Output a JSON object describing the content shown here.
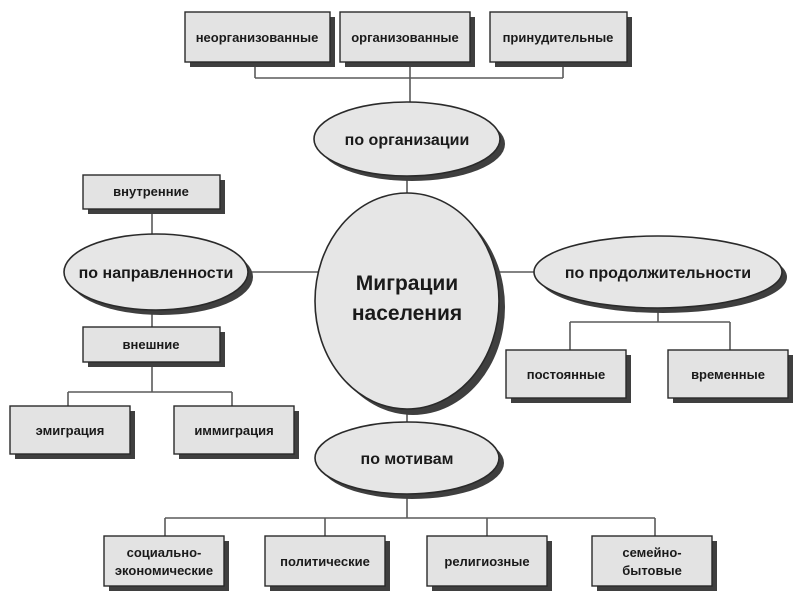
{
  "center": {
    "line1": "Миграции",
    "line2": "населения"
  },
  "organization": {
    "label": "по организации",
    "items": [
      "неорганизованные",
      "организованные",
      "принудительные"
    ]
  },
  "direction": {
    "label": "по направленности",
    "internal": "внутренние",
    "external": "внешние",
    "external_items": [
      "эмиграция",
      "иммиграция"
    ]
  },
  "duration": {
    "label": "по продолжительности",
    "items": [
      "постоянные",
      "временные"
    ]
  },
  "motives": {
    "label": "по мотивам",
    "items": [
      {
        "line1": "социально-",
        "line2": "экономические"
      },
      {
        "line1": "политические"
      },
      {
        "line1": "религиозные"
      },
      {
        "line1": "семейно-",
        "line2": "бытовые"
      }
    ]
  }
}
